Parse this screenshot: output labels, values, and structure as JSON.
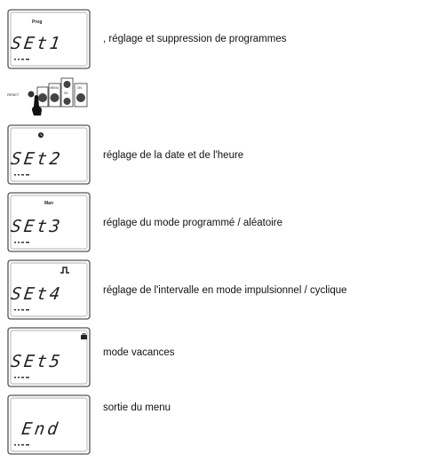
{
  "rows": [
    {
      "indicator": "Prog",
      "indicator_icon": "text",
      "code": "SEt1",
      "description": ", réglage et suppression de programmes"
    },
    {
      "indicator": "",
      "indicator_icon": "clock-icon",
      "code": "SEt2",
      "description": "réglage de la date et de l'heure"
    },
    {
      "indicator": "Man",
      "indicator_icon": "text",
      "code": "SEt3",
      "description": "réglage du mode programmé / aléatoire"
    },
    {
      "indicator": "",
      "indicator_icon": "pulse-icon",
      "code": "SEt4",
      "description": "réglage de l'intervalle en mode impulsionnel / cyclique"
    },
    {
      "indicator": "",
      "indicator_icon": "suitcase-icon",
      "code": "SEt5",
      "description": "mode vacances"
    },
    {
      "indicator": "",
      "indicator_icon": "none",
      "code": "End",
      "description": "sortie du menu"
    }
  ],
  "button_panel": {
    "reset_label": "RESET",
    "buttons": [
      "MENU",
      "OK",
      "",
      "ON"
    ],
    "icon": "finger-press-icon"
  },
  "colors": {
    "lcd_border": "#555555",
    "segment": "#222222",
    "text": "#111111"
  }
}
